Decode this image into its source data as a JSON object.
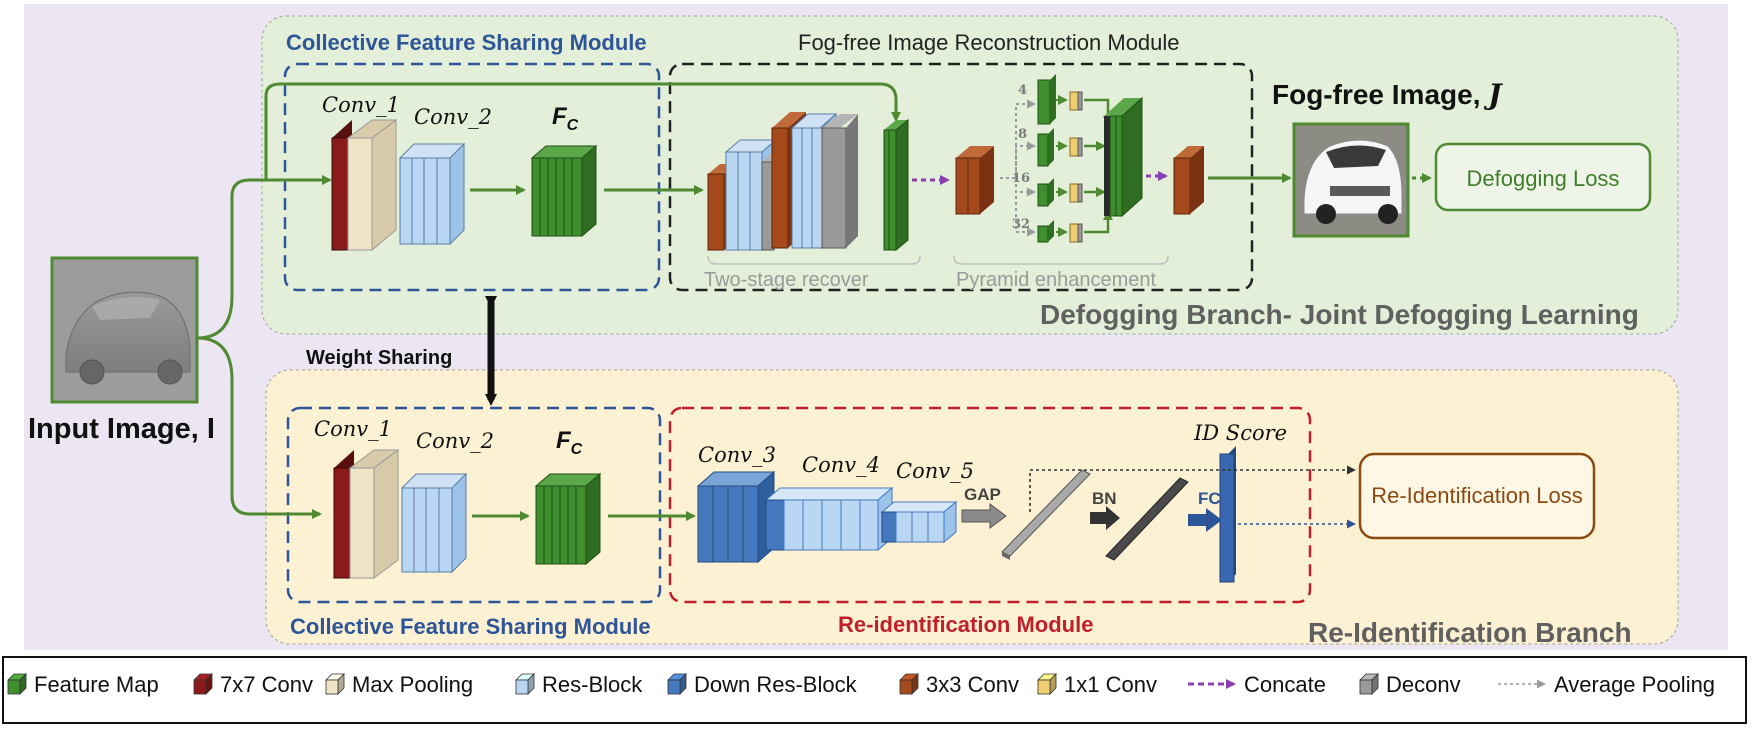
{
  "colors": {
    "background": "#ebe6f1",
    "defog_branch_bg": "#e3efd9",
    "reid_branch_bg": "#fdf1d4",
    "blue_dash": "#2e5597",
    "black_dash": "#222222",
    "red_dash": "#c0202a",
    "arrow_green": "#4f8a32",
    "feature_map": "#3f8f2f",
    "conv7x7": "#8b1a1a",
    "max_pool": "#efe4c6",
    "res_block": "#b9d6f2",
    "down_res_block": "#4479bf",
    "conv3x3": "#a4491c",
    "conv1x1": "#f0cf73",
    "concat": "#8a3fb0",
    "deconv": "#9a9a9a",
    "reid_loss_text": "#8a4a12",
    "defog_loss_text": "#3f7d2a"
  },
  "defogging_branch": {
    "collective_module_title": "Collective Feature Sharing Module",
    "reconstruction_module_title": "Fog-free Image Reconstruction Module",
    "branch_title": "Defogging Branch- Joint Defogging Learning",
    "output_label": "Fog-free Image, ",
    "output_symbol": "J",
    "loss_label": "Defogging Loss",
    "two_stage_label": "Two-stage recover",
    "pyramid_label": "Pyramid enhancement",
    "pyramid_scales": [
      "4",
      "8",
      "16",
      "32"
    ],
    "conv1_label": "Conv_1",
    "conv2_label": "Conv_2",
    "fc_label": "F",
    "fc_sub": "C"
  },
  "weight_sharing_label": "Weight Sharing",
  "input_label": "Input Image, I",
  "reid_branch": {
    "collective_module_title": "Collective Feature Sharing Module",
    "reid_module_title": "Re-identification Module",
    "branch_title": "Re-Identification Branch",
    "loss_label": "Re-Identification Loss",
    "conv1_label": "Conv_1",
    "conv2_label": "Conv_2",
    "conv3_label": "Conv_3",
    "conv4_label": "Conv_4",
    "conv5_label": "Conv_5",
    "fc_label": "F",
    "fc_sub": "C",
    "gap_label": "GAP",
    "bn_label": "BN",
    "fcl_label": "FC",
    "id_score_label": "ID Score"
  },
  "legend": [
    {
      "label": "Feature Map",
      "icon": "feature-map-cube-icon",
      "color": "#3f8f2f"
    },
    {
      "label": "7x7 Conv",
      "icon": "conv7x7-cube-icon",
      "color": "#8b1a1a"
    },
    {
      "label": "Max Pooling",
      "icon": "max-pooling-cube-icon",
      "color": "#efe4c6"
    },
    {
      "label": "Res-Block",
      "icon": "res-block-cube-icon",
      "color": "#b9d6f2"
    },
    {
      "label": "Down Res-Block",
      "icon": "down-res-block-cube-icon",
      "color": "#4479bf"
    },
    {
      "label": "3x3 Conv",
      "icon": "conv3x3-cube-icon",
      "color": "#a4491c"
    },
    {
      "label": "1x1 Conv",
      "icon": "conv1x1-cube-icon",
      "color": "#f0cf73"
    },
    {
      "label": "Concate",
      "icon": "concat-arrow-icon",
      "color": "#8a3fb0"
    },
    {
      "label": "Deconv",
      "icon": "deconv-cube-icon",
      "color": "#9a9a9a"
    },
    {
      "label": "Average Pooling",
      "icon": "average-pooling-arrow-icon",
      "color": "#9a9a9a"
    }
  ]
}
